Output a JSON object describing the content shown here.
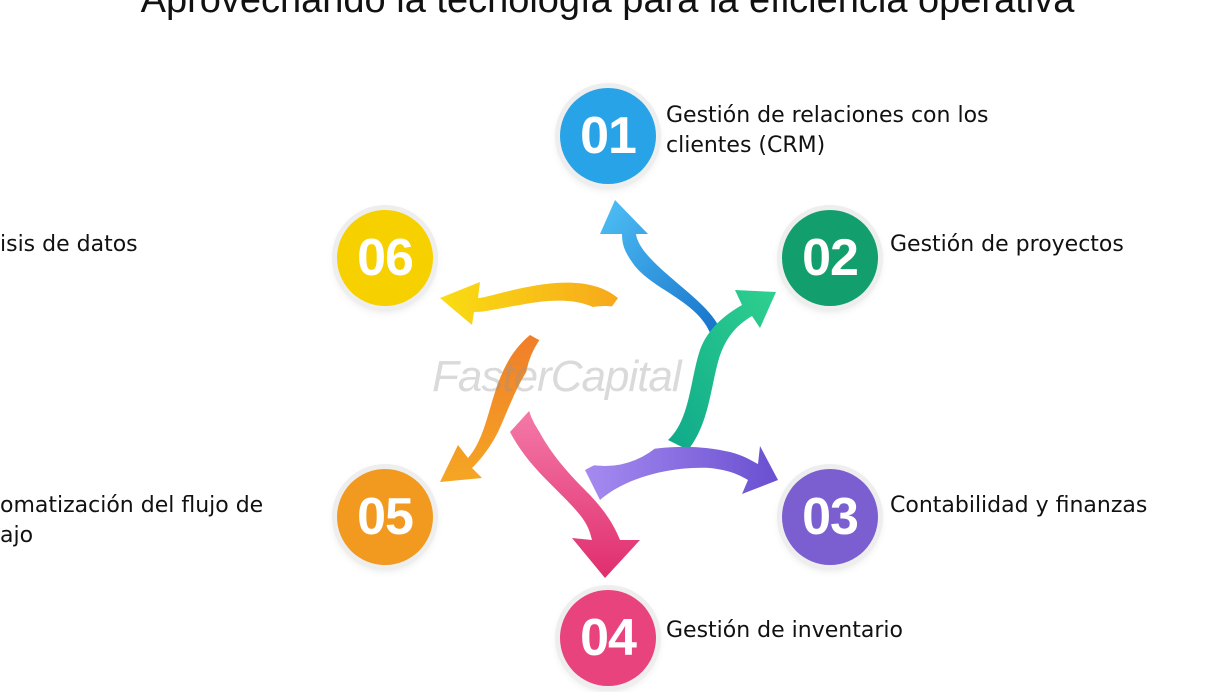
{
  "title": "Aprovechando la tecnología para la eficiencia operativa",
  "watermark": "FasterCapital",
  "steps": [
    {
      "number": "01",
      "label": "Gestión de relaciones con los",
      "label2": "clientes (CRM)",
      "color": "#29a3e8"
    },
    {
      "number": "02",
      "label": "Gestión de proyectos",
      "color": "#139e6e"
    },
    {
      "number": "03",
      "label": "Contabilidad y finanzas",
      "color": "#7b5fd1"
    },
    {
      "number": "04",
      "label": "Gestión de inventario",
      "color": "#e8437d"
    },
    {
      "number": "05",
      "label": "omatización del flujo de",
      "label2": "ajo",
      "color": "#f29a1f"
    },
    {
      "number": "06",
      "label": "isis de datos",
      "color": "#f7d000"
    }
  ]
}
